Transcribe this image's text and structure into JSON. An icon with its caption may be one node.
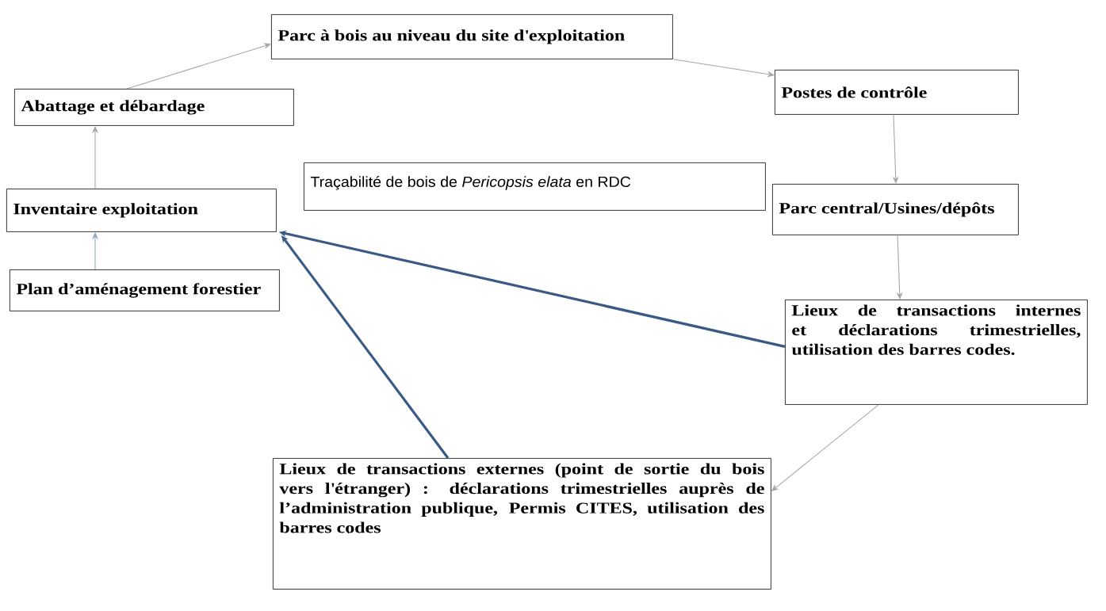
{
  "diagram": {
    "nodes": [
      {
        "text": [
          "Parc à bois au niveau du site d'exploitation"
        ]
      },
      {
        "text": [
          "Postes de contrôle"
        ]
      },
      {
        "text": [
          "Parc central/Usines/dépôts"
        ]
      },
      {
        "text": [
          "Lieux de transactions internes et déclarations trimestrielles, utilisation des barres codes."
        ]
      },
      {
        "text": [
          "Lieux de transactions externes (point de sortie du bois vers l'étranger) : déclarations trimestrielles auprès de l’administration publique, Permis CITES, utilisation des barres codes"
        ]
      },
      {
        "text": [
          "Abattage et débardage"
        ]
      },
      {
        "text": [
          "Inventaire exploitation"
        ]
      },
      {
        "text": [
          "Plan d’aménagement forestier"
        ]
      },
      {
        "text": [
          "Traçabilité de bois de *Pericopsis elata* en RDC"
        ]
      }
    ],
    "edges": [
      {
        "from": 5,
        "to": 0,
        "arrow": "to"
      },
      {
        "from": 0,
        "to": 1,
        "arrow": "to"
      },
      {
        "from": 1,
        "to": 2,
        "arrow": "to"
      },
      {
        "from": 2,
        "to": 3,
        "arrow": "to"
      },
      {
        "from": 3,
        "to": 6,
        "arrow": "to",
        "style": "thick",
        "color": "#3a5a85"
      },
      {
        "from": 3,
        "to": 4,
        "arrow": "to"
      },
      {
        "from": 4,
        "to": 6,
        "arrow": "to",
        "style": "thick",
        "color": "#3a5a85"
      },
      {
        "from": 7,
        "to": 6,
        "arrow": "to",
        "color": "#8aa7c8"
      },
      {
        "from": 6,
        "to": 5,
        "arrow": "to"
      }
    ]
  }
}
